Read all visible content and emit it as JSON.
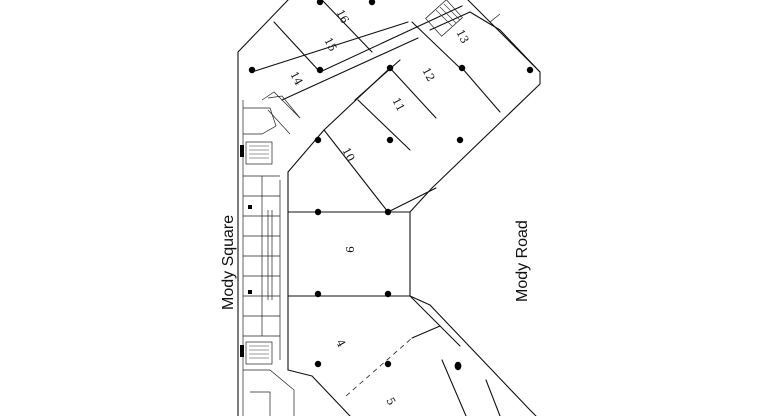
{
  "streets": {
    "left": "Mody Square",
    "right": "Mody Road"
  },
  "units": [
    {
      "id": "u16",
      "label": "16"
    },
    {
      "id": "u15",
      "label": "15"
    },
    {
      "id": "u14",
      "label": "14"
    },
    {
      "id": "u13",
      "label": "13"
    },
    {
      "id": "u12",
      "label": "12"
    },
    {
      "id": "u11",
      "label": "11"
    },
    {
      "id": "u10",
      "label": "10"
    },
    {
      "id": "u9",
      "label": "9"
    },
    {
      "id": "u4",
      "label": "4"
    },
    {
      "id": "u5",
      "label": "5"
    }
  ]
}
